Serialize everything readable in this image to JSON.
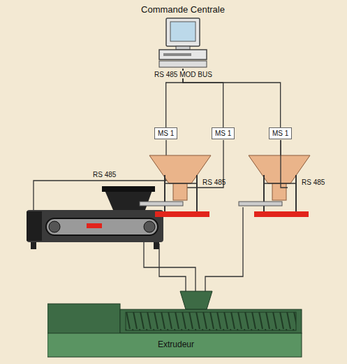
{
  "diagram": {
    "nodes": [
      {
        "text": [
          "Commande Centrale"
        ]
      },
      {
        "text": [
          "MS 1"
        ]
      },
      {
        "text": [
          "MS 1"
        ]
      },
      {
        "text": [
          "MS 1"
        ]
      },
      {
        "text": [
          "Extrudeur"
        ]
      }
    ],
    "edges": [
      {
        "from": 0,
        "to": 1,
        "arrow": "none"
      },
      {
        "from": 0,
        "to": 2,
        "arrow": "none"
      },
      {
        "from": 0,
        "to": 3,
        "arrow": "none"
      }
    ],
    "labels": [
      "RS 485 MOD BUS",
      "RS 485",
      "RS 485",
      "RS 485"
    ]
  }
}
